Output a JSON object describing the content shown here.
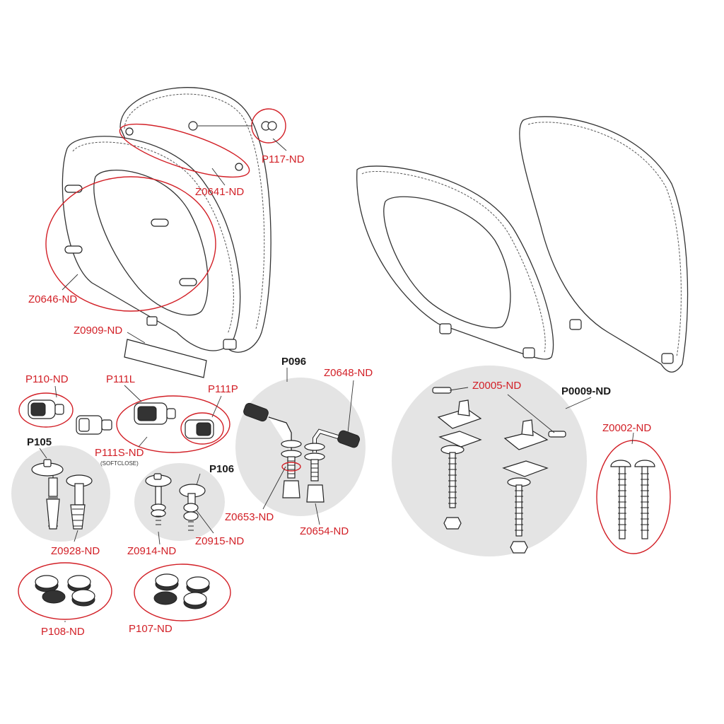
{
  "labels": {
    "p117_nd": "P117-ND",
    "z0641_nd": "Z0641-ND",
    "z0646_nd": "Z0646-ND",
    "z0909_nd": "Z0909-ND",
    "p096": "P096",
    "z0648_nd": "Z0648-ND",
    "p110_nd": "P110-ND",
    "p111l": "P111L",
    "p111p": "P111P",
    "p111s_nd": "P111S-ND",
    "softclose": "(SOFTCLOSE)",
    "p105": "P105",
    "p106": "P106",
    "z0653_nd": "Z0653-ND",
    "z0654_nd": "Z0654-ND",
    "z0928_nd": "Z0928-ND",
    "z0914_nd": "Z0914-ND",
    "z0915_nd": "Z0915-ND",
    "p108_nd": "P108-ND",
    "p107_nd": "P107-ND",
    "z0005_nd": "Z0005-ND",
    "p0009_nd": "P0009-ND",
    "z0002_nd": "Z0002-ND"
  },
  "colors": {
    "part_label": "#d21f26",
    "set_label": "#1a1a1a",
    "group_background": "#e4e4e4",
    "line_art": "#333333"
  }
}
